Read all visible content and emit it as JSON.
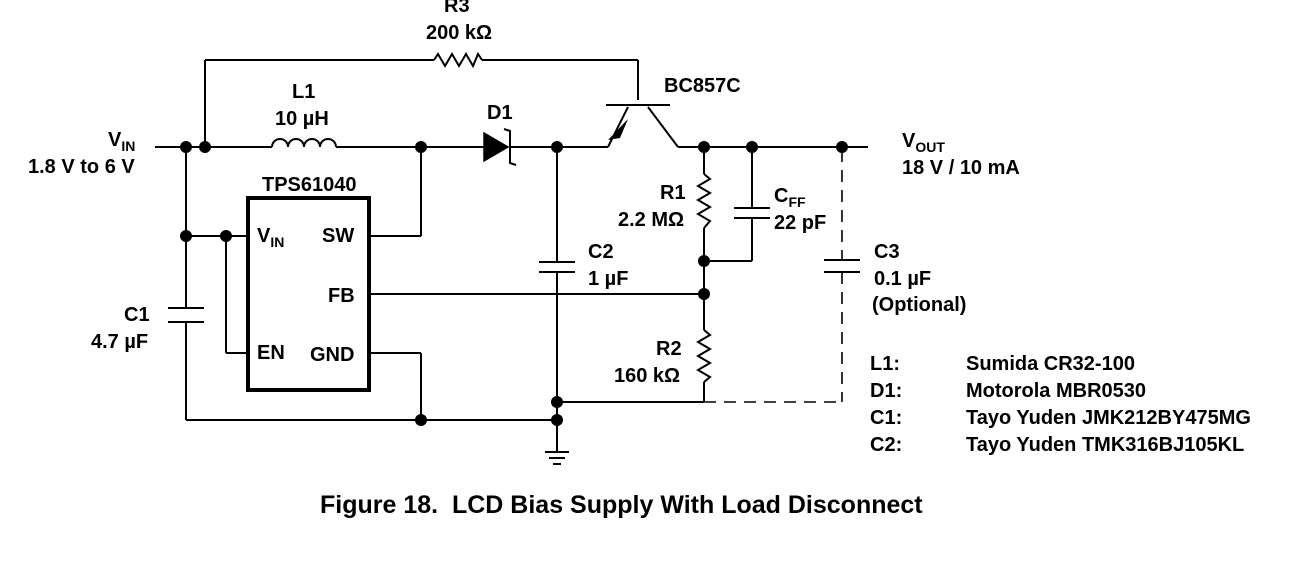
{
  "input": {
    "label": "V",
    "label_sub": "IN",
    "range": "1.8 V to 6 V"
  },
  "output": {
    "label": "V",
    "label_sub": "OUT",
    "spec": "18 V / 10 mA"
  },
  "ic": {
    "name": "TPS61040",
    "pins": {
      "vin": "V",
      "vin_sub": "IN",
      "sw": "SW",
      "fb": "FB",
      "en": "EN",
      "gnd": "GND"
    }
  },
  "components": {
    "r3": {
      "ref": "R3",
      "value": "200 kΩ"
    },
    "l1": {
      "ref": "L1",
      "value": "10 µH"
    },
    "d1": {
      "ref": "D1"
    },
    "q1": {
      "ref": "BC857C"
    },
    "r1": {
      "ref": "R1",
      "value": "2.2 MΩ"
    },
    "cff": {
      "ref": "C",
      "ref_sub": "FF",
      "value": "22 pF"
    },
    "c2": {
      "ref": "C2",
      "value": "1 µF"
    },
    "c3": {
      "ref": "C3",
      "value": "0.1 µF",
      "note": "(Optional)"
    },
    "r2": {
      "ref": "R2",
      "value": "160 kΩ"
    },
    "c1": {
      "ref": "C1",
      "value": "4.7 µF"
    }
  },
  "bom": [
    {
      "ref": "L1:",
      "part": "Sumida CR32-100"
    },
    {
      "ref": "D1:",
      "part": "Motorola MBR0530"
    },
    {
      "ref": "C1:",
      "part": "Tayo Yuden JMK212BY475MG"
    },
    {
      "ref": "C2:",
      "part": "Tayo Yuden TMK316BJ105KL"
    }
  ],
  "caption": "Figure 18.  LCD Bias Supply With Load Disconnect"
}
